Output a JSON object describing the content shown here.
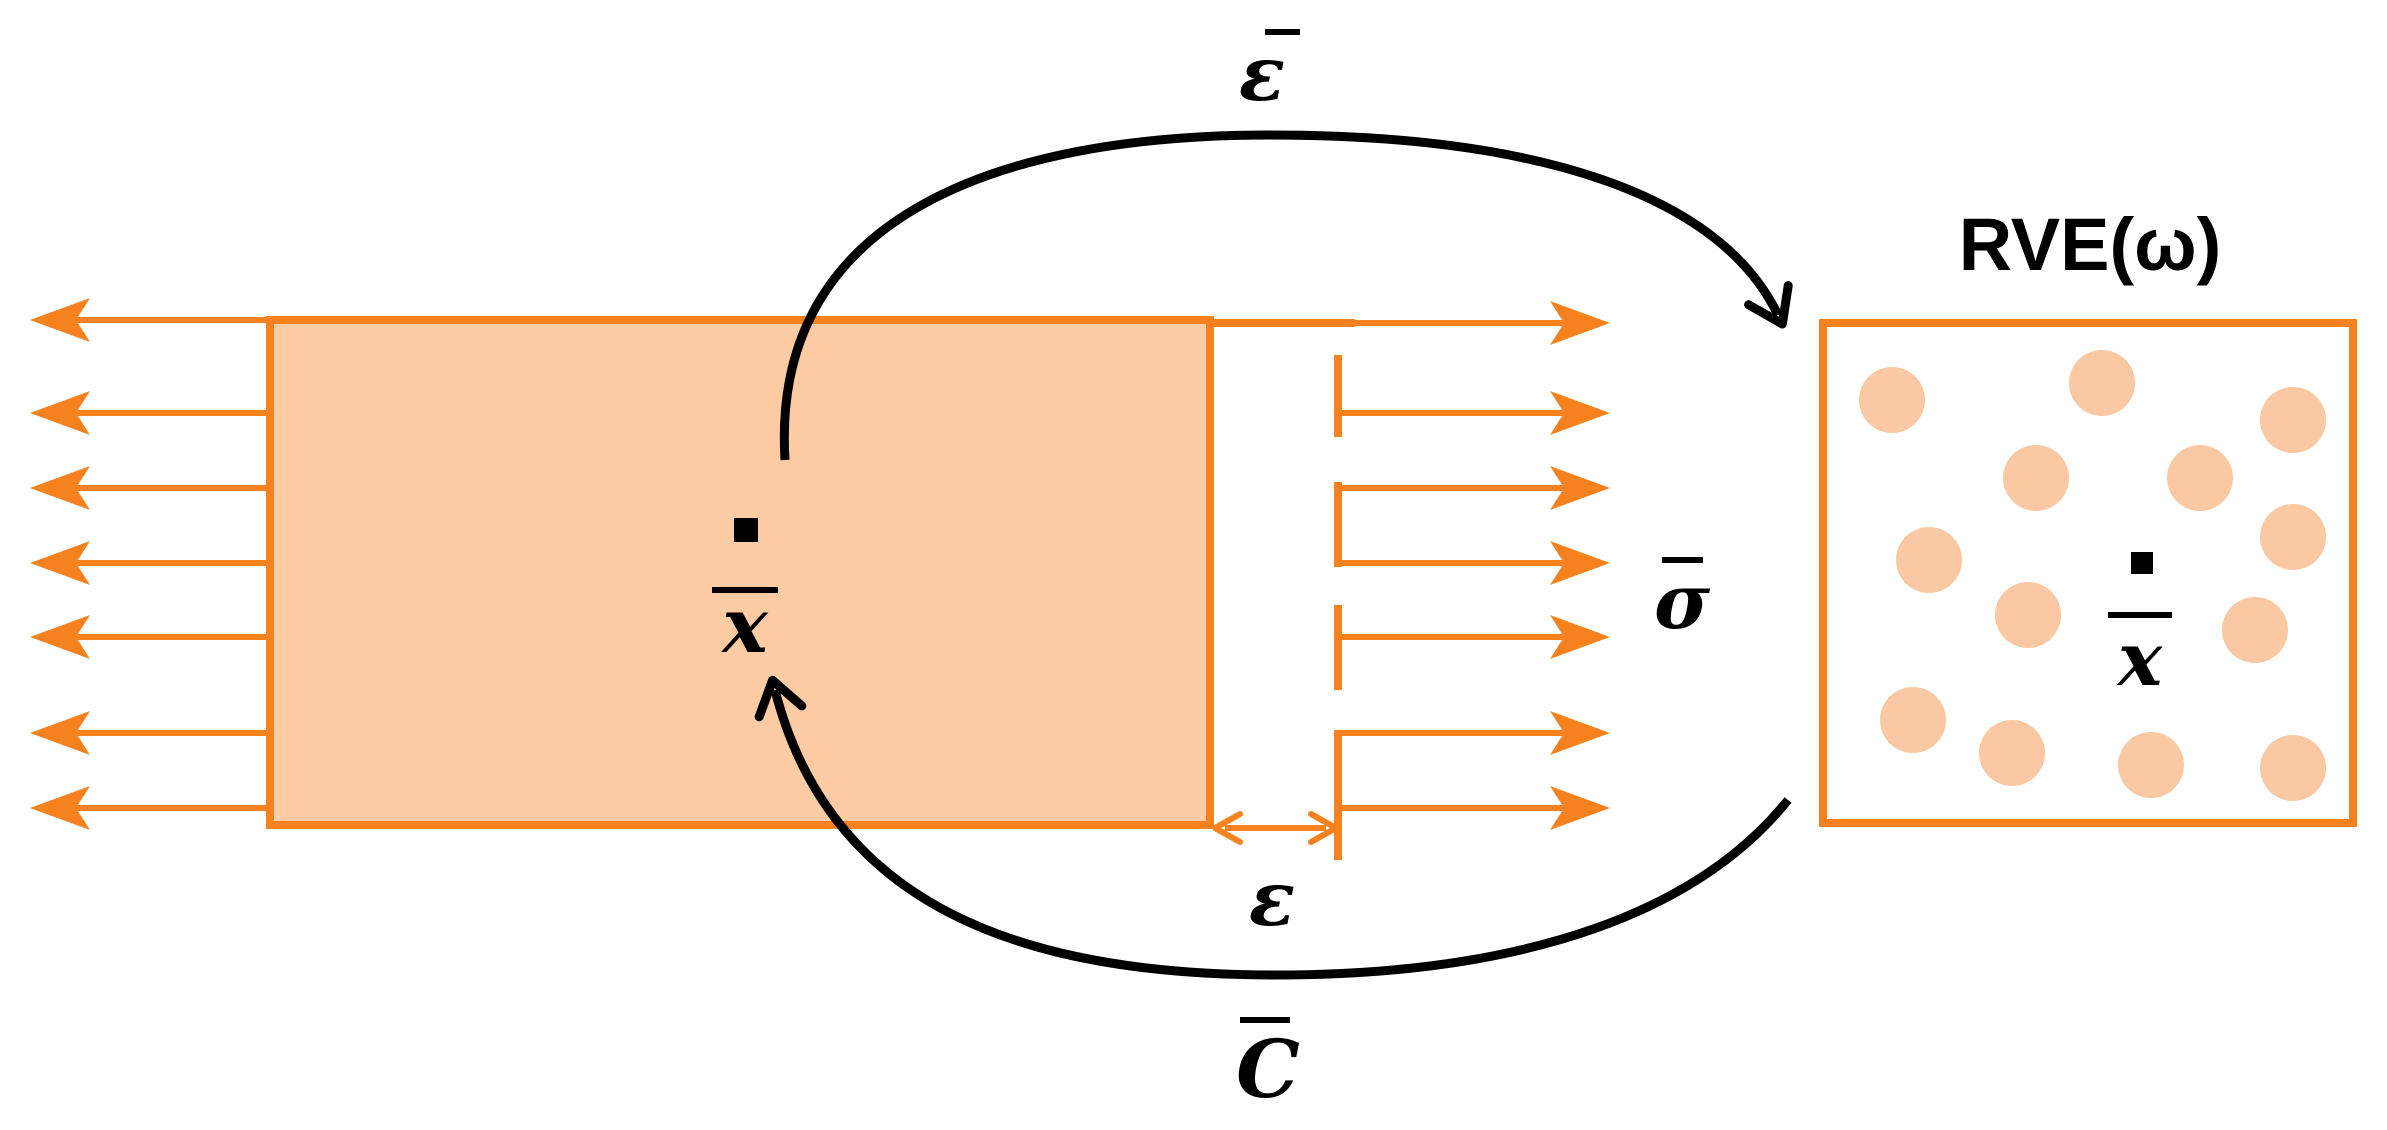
{
  "labels": {
    "avg_strain": "ε",
    "local_strain": "ε",
    "avg_stress": "σ",
    "avg_stiffness": "C",
    "macro_point": "x",
    "rve_point": "x",
    "rve_title": "RVE(ω)"
  },
  "colors": {
    "orange": "#F5821F",
    "orange_fill": "#FDCBA4",
    "inclusion": "#FAC8A2",
    "black": "#000000"
  }
}
